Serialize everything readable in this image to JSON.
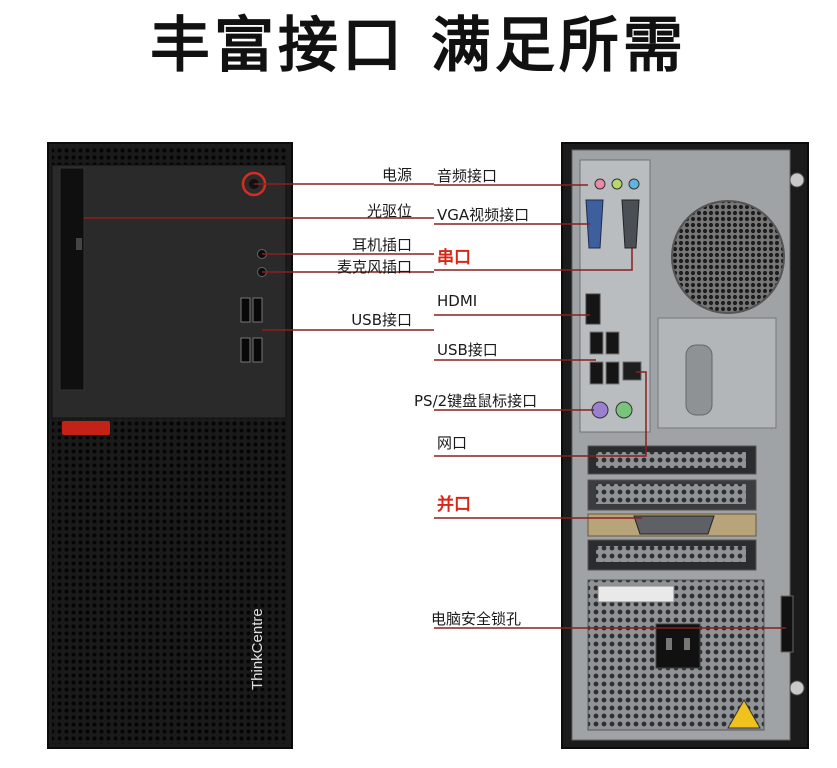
{
  "headline": "丰富接口 满足所需",
  "front_labels": {
    "power": "电源",
    "optical_drive": "光驱位",
    "headphone": "耳机插口",
    "microphone": "麦克风插口",
    "usb": "USB接口"
  },
  "rear_labels": {
    "audio": "音频接口",
    "vga": "VGA视频接口",
    "serial": "串口",
    "hdmi": "HDMI",
    "usb": "USB接口",
    "ps2": "PS/2键盘鼠标接口",
    "network": "网口",
    "parallel": "并口",
    "security_lock": "电脑安全锁孔"
  },
  "brand_text": "ThinkCentre",
  "colors": {
    "leader_line": "#8b1e1e",
    "highlight": "#d62718",
    "chassis": "#1b1b1b",
    "rear_panel": "#9fa3a6"
  }
}
